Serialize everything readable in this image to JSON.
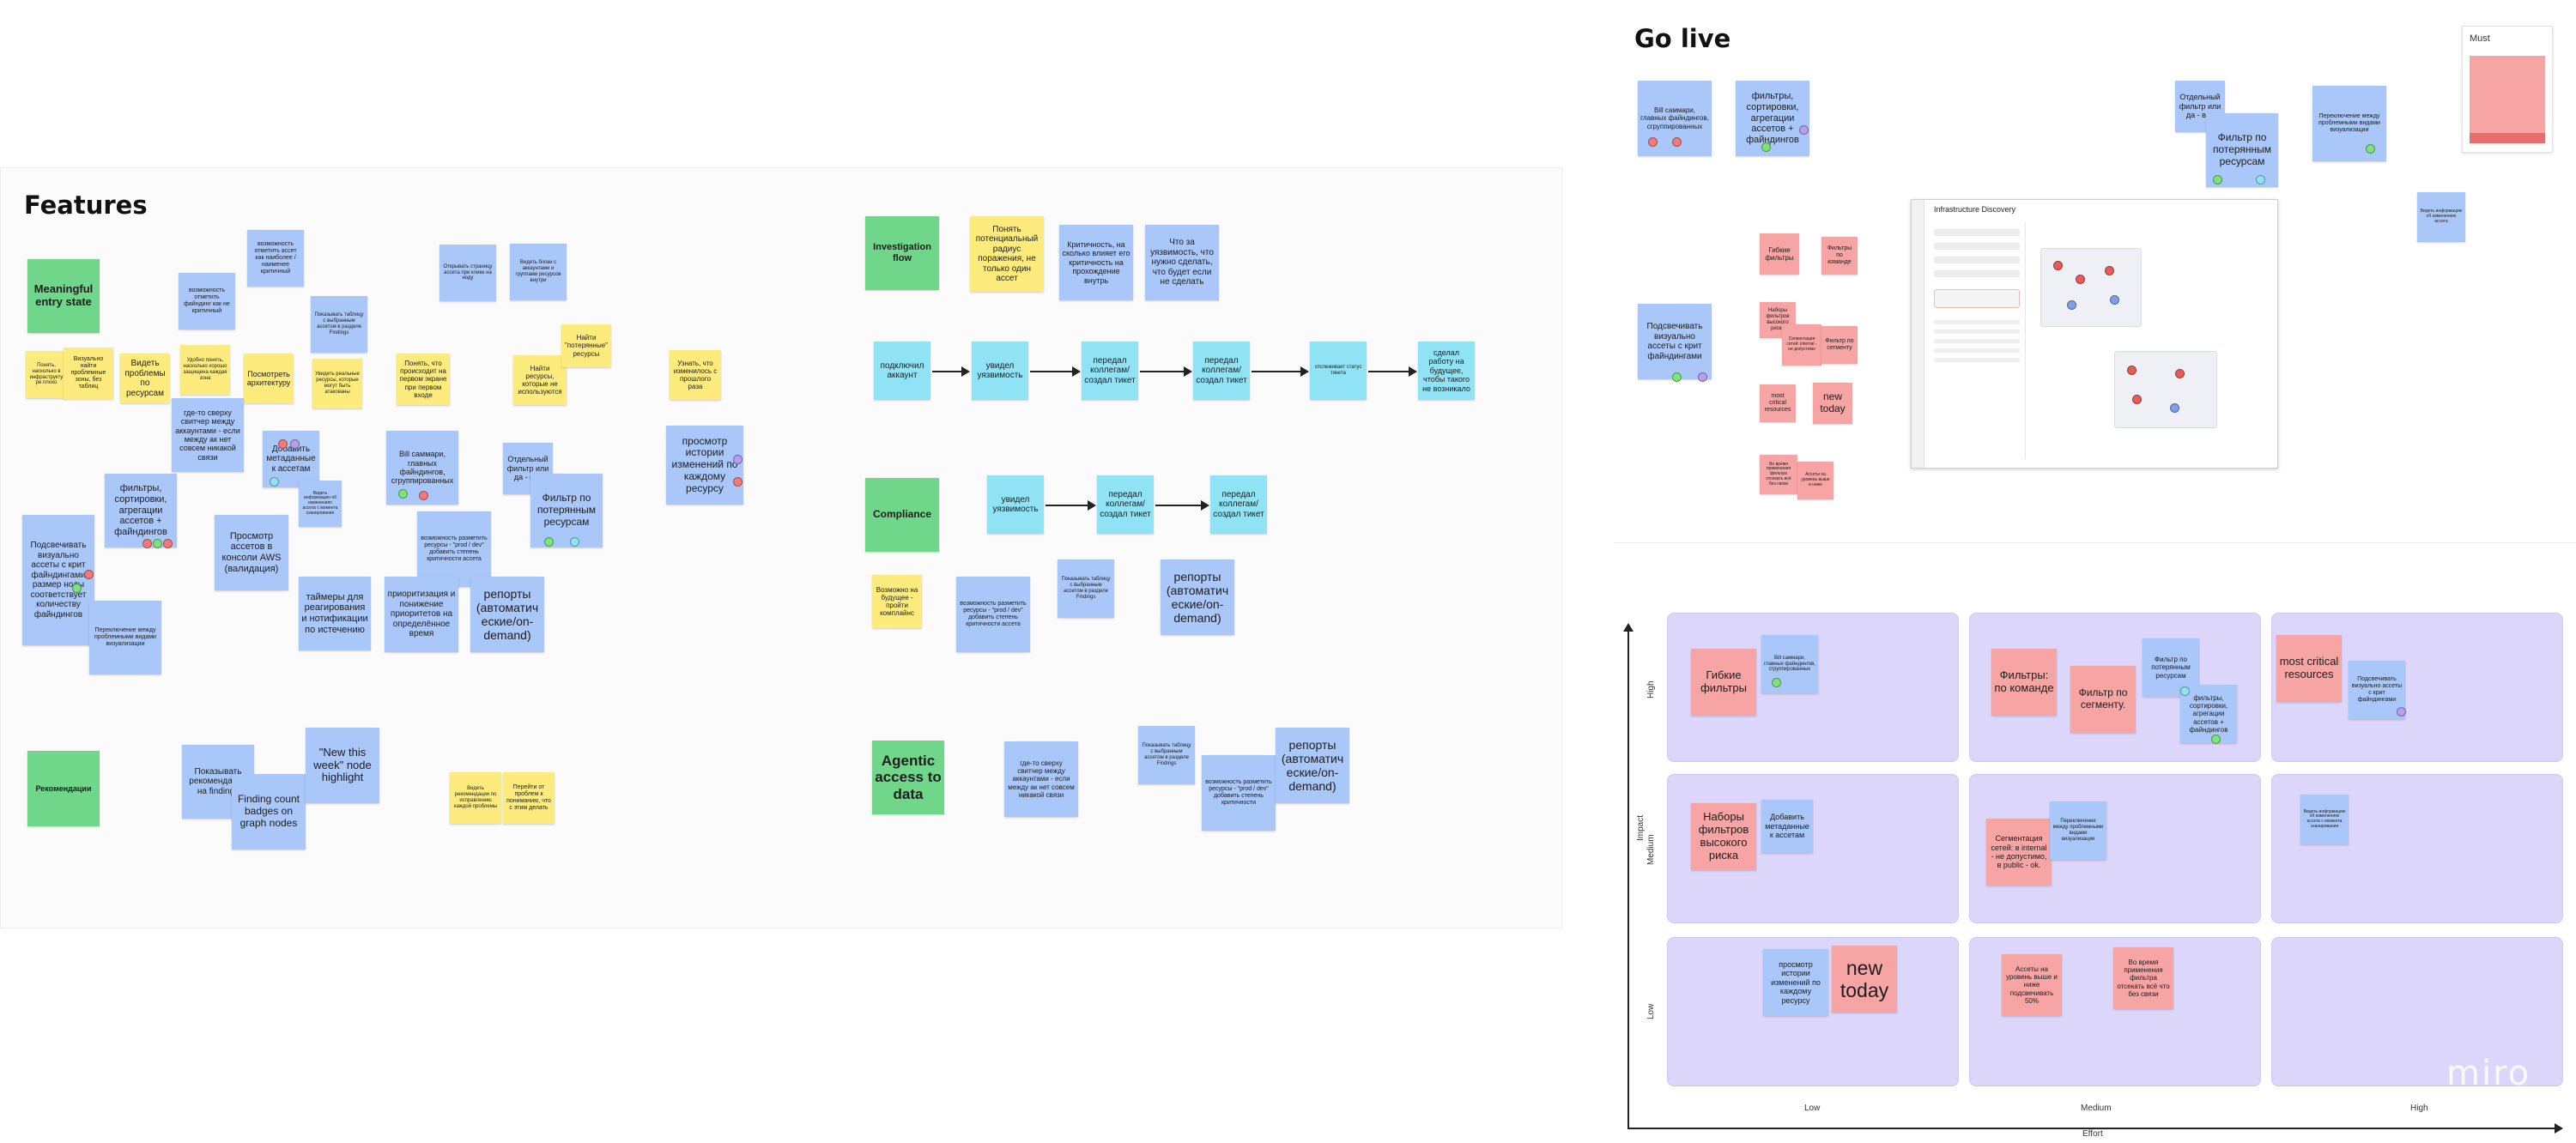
{
  "colors": {
    "yellow": "#fdec7d",
    "blue": "#a9c7f8",
    "cyan": "#8fe3f4",
    "green": "#6fd68a",
    "red": "#f7a4a4",
    "matrix_cell": "#ddd6fb"
  },
  "features": {
    "title": "Features",
    "sections": {
      "meaningful": "Meaningful entry state",
      "investigation": "Investigation flow",
      "compliance": "Compliance",
      "agentic": "Agentic access to data",
      "recommend": "Рекомендации"
    },
    "notes": {
      "f_y1": "Понять, насколько в инфраструктуре плохо",
      "f_y2": "Визуально найти проблемные зоны, без таблиц",
      "f_y3": "Видеть проблемы по ресурсам",
      "f_y4": "Удобно понять, насколько хорошо защищена каждая зона",
      "f_y5": "Посмотреть архитектуру",
      "f_y6": "Увидеть реальные ресурсы, которые могут быть атакованы",
      "f_y7": "Понять, что происходит на первом экране при первом входе",
      "f_y8": "Найти ресурсы, которые не используются",
      "f_y9": "Найти \"потерянные\" ресурсы",
      "f_y10": "Узнать, что изменилось с прошлого раза",
      "f_b1": "возможность отметить ассет как наиболее / наименее критичный",
      "f_b2": "возможность отметить файндинг как не критичный",
      "f_b3": "Показывать таблицу с выбранным ассетом в разделе Findings",
      "f_b4": "Открывать страницу ассета при клике на ноду",
      "f_b5": "Видеть блоки с аккаунтами и группами ресурсов внутри",
      "f_b6": "где-то сверху свитчер между аккаунтами - если между ак нет совсем никакой связи",
      "f_b7": "Добавить метаданные к ассетам",
      "f_b8": "Видеть информацию об изменениях ассета с момента сканирования",
      "f_b9": "Bill саммари, главных файндингов, сгруппированных",
      "f_b10": "Отдельный фильтр или дa - вкл",
      "f_b11": "Фильтр по потерянным ресурсам",
      "f_b12": "просмотр истории изменений по каждому ресурсу",
      "f_b13": "фильтры, сортировки, агрегации ассетов + файндингов",
      "f_b14": "Подсвечивать визуально ассеты с крит файндингами размер ноды соответствует количеству файндингов",
      "f_b15": "Просмотр ассетов в консоли AWS (валидация)",
      "f_b16": "возможность разметить ресурсы - \"prod / dev\" добавить степень критичности ассета",
      "f_b17": "Переключение между проблемными видами визуализации",
      "f_b18": "таймеры для реагирования и нотификации по истечению",
      "f_b19": "приоритизация и понижение приоритетов на определённое время",
      "f_b20": "репорты (автоматические/on-demand)",
      "f_b21": "Показывать рекомендации на findings",
      "f_b22": "Finding count badges on graph nodes",
      "f_b23": "\"New this week\" node highlight",
      "f_y11": "Видеть рекомендации по исправлению каждой проблемы",
      "f_y12": "Перейти от проблем к пониманию, что с этим делать",
      "inv_y1": "Понять потенциальный радиус поражения, не только один ассет",
      "inv_b1": "Критичность, на сколько влияет его критичность на прохождение внутрь",
      "inv_b2": "Что за уязвимость, что нужно сделать, что будет если не сделать",
      "inv_c1": "подключил аккаунт",
      "inv_c2": "увидел уязвимость",
      "inv_c3": "передал коллегам/ создал тикет",
      "inv_c4": "передал коллегам/ создал тикет",
      "inv_c5": "отслеживает статус тикета",
      "inv_c6": "сделал работу на будущее, чтобы такого не возникало",
      "com_c1": "увидел уязвимость",
      "com_c2": "передал коллегам/ создал тикет",
      "com_c3": "передал коллегам/ создал тикет",
      "com_y1": "Возможно на будущее - пройти комплайнс",
      "com_b1": "возможность разметить ресурсы - \"prod / dev\" добавить степень критичности ассета",
      "com_b2": "Показывать таблицу с выбранным ассетом в разделе Findings",
      "com_b3": "репорты (автоматические/on-demand)",
      "ag_b1": "где-то сверху свитчер между аккаунтами - если между ак нет совсем никакой связи",
      "ag_b2": "Показывать таблицу с выбранным ассетом в разделе Findings",
      "ag_b3": "возможность разметить ресурсы - \"prod / dev\" добавить степень критичности",
      "ag_b4": "репорты (автоматические/on-demand)"
    }
  },
  "golive": {
    "title": "Go live",
    "notes": {
      "g_b1": "Bill саммари, главных файндингов, сгруппированных",
      "g_b2": "фильтры, сортировки, агрегации ассетов + файндингов",
      "g_b3": "Отдельный фильтр или дa - вкл",
      "g_b4": "Фильтр по потерянным ресурсам",
      "g_b5": "Переключение между проблемными видами визуализации",
      "g_b6": "Видеть информацию об изменениях ассета",
      "g_b7": "Подсвечивать визуально ассеты с крит файндингами",
      "g_r1": "Гибкие фильтры",
      "g_r2": "Фильтры по команде",
      "g_r3": "Наборы фильтров высокого риска",
      "g_r4": "Сегментация сетей: internal - не допустимо",
      "g_r5": "Фильтр по сегменту",
      "g_r6": "most critical resources",
      "g_r7": "new today",
      "g_r8": "Во время применения фильтра отсекать всё без связи",
      "g_r9": "Ассеты на уровень выше и ниже"
    },
    "must": "Must",
    "screenshot": {
      "title": "Infrastructure Discovery"
    }
  },
  "matrix": {
    "x_axis": "Effort",
    "y_axis": "Impact",
    "x_ticks": [
      "Low",
      "Medium",
      "High"
    ],
    "y_ticks": [
      "High",
      "Medium",
      "Low"
    ],
    "notes": {
      "m1": "Гибкие фильтры",
      "m2": "Bill саммари, главных файндингов, сгруппированных",
      "m3": "Фильтры: по команде",
      "m4": "Фильтр по сегменту.",
      "m5": "Фильтр по потерянным ресурсам",
      "m6": "фильтры, сортировки, агрегации ассетов + файндингов",
      "m7": "most critical resources",
      "m8": "Подсвечивать визуально ассеты с крит файндингами",
      "m9": "Наборы фильтров высокого риска",
      "m10": "Добавить метаданные к ассетам",
      "m11": "Сегментация сетей: в internal - не допустимо, в public - ok.",
      "m12": "Переключение между проблемными видами визуализации",
      "m13": "Видеть информацию об изменениях ассета с момента сканирования",
      "m14": "просмотр истории изменений по каждому ресурсу",
      "m15": "new today",
      "m16": "Ассеты на уровень выше и ниже подсвечивать 50%",
      "m17": "Во время применения фильтра отсекать всё что без связи"
    }
  },
  "watermark": "miro"
}
